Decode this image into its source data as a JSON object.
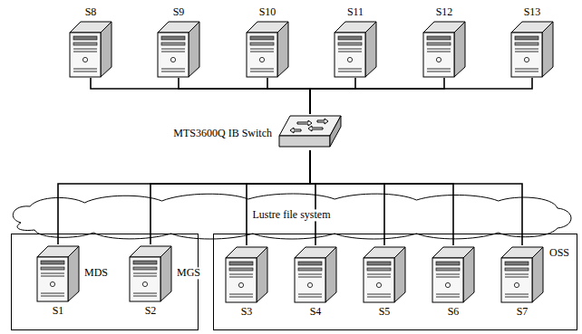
{
  "diagram": {
    "nodes": [
      {
        "text": [
          "S8"
        ]
      },
      {
        "text": [
          "S9"
        ]
      },
      {
        "text": [
          "S10"
        ]
      },
      {
        "text": [
          "S11"
        ]
      },
      {
        "text": [
          "S12"
        ]
      },
      {
        "text": [
          "S13"
        ]
      },
      {
        "text": [
          "MTS3600Q IB Switch"
        ]
      },
      {
        "text": [
          "Lustre file system"
        ]
      },
      {
        "text": [
          "S1",
          "MDS"
        ]
      },
      {
        "text": [
          "S2",
          "MGS"
        ]
      },
      {
        "text": [
          "OSS"
        ]
      },
      {
        "text": [
          "S3"
        ],
        "in": 10
      },
      {
        "text": [
          "S4"
        ],
        "in": 10
      },
      {
        "text": [
          "S5"
        ],
        "in": 10
      },
      {
        "text": [
          "S6"
        ],
        "in": 10
      },
      {
        "text": [
          "S7"
        ],
        "in": 10
      }
    ],
    "edges": [
      {
        "from": 0,
        "to": 6,
        "arrow": "none"
      },
      {
        "from": 1,
        "to": 6,
        "arrow": "none"
      },
      {
        "from": 2,
        "to": 6,
        "arrow": "none"
      },
      {
        "from": 3,
        "to": 6,
        "arrow": "none"
      },
      {
        "from": 4,
        "to": 6,
        "arrow": "none"
      },
      {
        "from": 5,
        "to": 6,
        "arrow": "none"
      },
      {
        "from": 6,
        "to": 8,
        "arrow": "none"
      },
      {
        "from": 6,
        "to": 9,
        "arrow": "none"
      },
      {
        "from": 6,
        "to": 11,
        "arrow": "none"
      },
      {
        "from": 6,
        "to": 12,
        "arrow": "none"
      },
      {
        "from": 6,
        "to": 13,
        "arrow": "none"
      },
      {
        "from": 6,
        "to": 14,
        "arrow": "none"
      },
      {
        "from": 6,
        "to": 15,
        "arrow": "none"
      }
    ]
  }
}
